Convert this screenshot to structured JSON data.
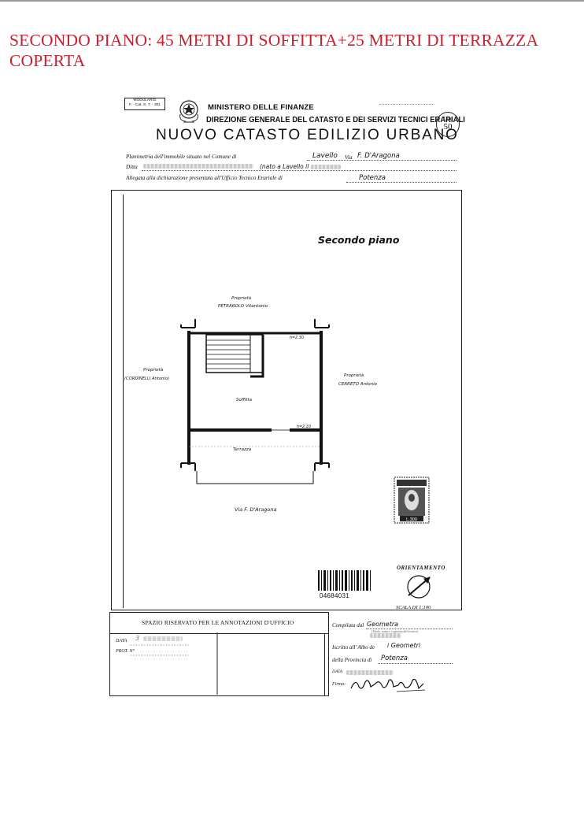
{
  "page": {
    "title": "SECONDO PIANO: 45 METRI DI SOFFITTA+25 METRI DI TERRAZZA COPERTA"
  },
  "form_header": {
    "modulario": "MODULARIO",
    "modulario_code": "F. - Cat. S. T. - 301",
    "ministry": "MINISTERO DELLE FINANZE",
    "direzione": "DIREZIONE GENERALE DEL CATASTO E DEI SERVIZI TECNICI ERARIALI",
    "catasto": "NUOVO CATASTO EDILIZIO URBANO",
    "lire_word": "Lire",
    "lire_value": "50"
  },
  "form_fields": {
    "planimetria_label": "Planimetria dell'immobile situato nel Comune di",
    "comune_value": "Lavello",
    "via_label": "Via",
    "via_value": "F. D'Aragona",
    "ditta_label": "Ditta",
    "ditta_note": "(nato a Lavello il",
    "allegata_label": "Allegata alla dichiarazione presentata all'Ufficio Tecnico Erariale di",
    "ufficio_value": "Potenza"
  },
  "plan": {
    "floor_title": "Secondo piano",
    "neighbor_top_label": "Proprietà",
    "neighbor_top_name": "PETRAROLO Vitantonio",
    "neighbor_left_label": "Proprietà",
    "neighbor_left_name": "(CORDINELLI Antonio)",
    "neighbor_right_label": "Proprietà",
    "neighbor_right_name": "CERRETO Antonio",
    "height_top": "h=2.30",
    "height_mid": "h=2.10",
    "room_attic": "Soffitta",
    "room_terrace": "Terrazza",
    "street": "Via F. D'Aragona",
    "barcode_number": "04684031",
    "orientamento": "ORIENTAMENTO",
    "scala": "SCALA DI 1:100",
    "stamp_value": "L.300"
  },
  "footer": {
    "spazio": "SPAZIO RISERVATO PER LE ANNOTAZIONI D'UFFICIO",
    "data_label": "DATA",
    "prot_label": "PROT. N°",
    "compilata_label": "Compilata dal",
    "compilata_value": "Geometra",
    "compilata_note": "(Titolo, nome e cognome del tecnico)",
    "iscritto_label": "Iscritto all' Albo de",
    "iscritto_value": "i Geometri",
    "provincia_label": "della Provincia di",
    "provincia_value": "Potenza",
    "data2_label": "DATA",
    "firma_label": "Firma:"
  }
}
